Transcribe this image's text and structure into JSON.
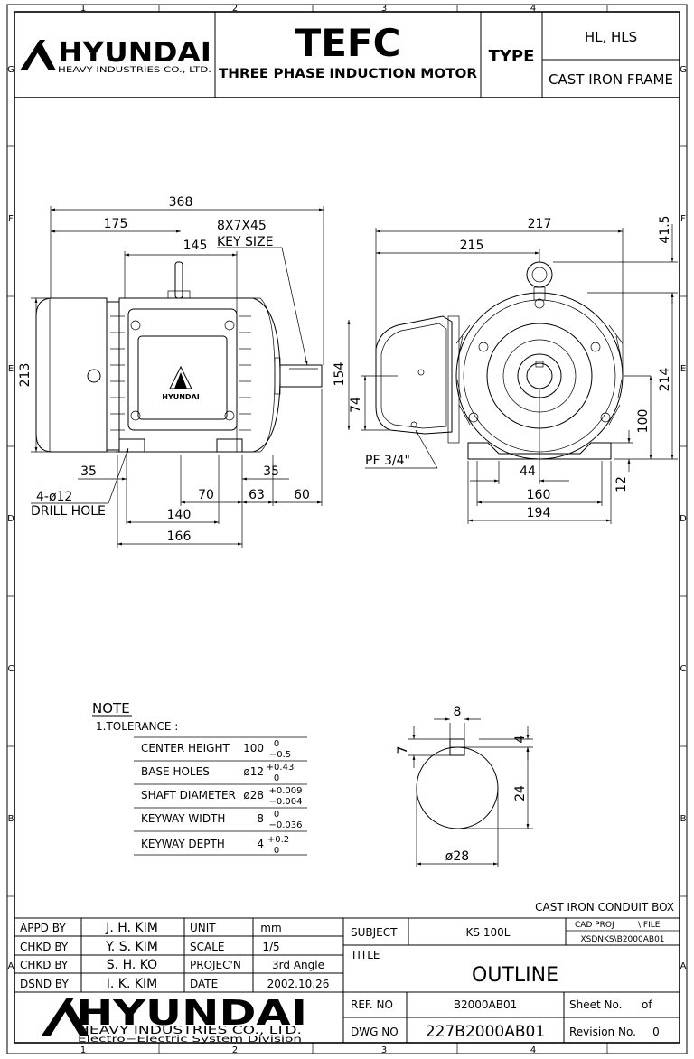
{
  "grid": {
    "columns": [
      "1",
      "2",
      "3",
      "4"
    ],
    "rows": [
      "G",
      "F",
      "E",
      "D",
      "C",
      "B",
      "A"
    ]
  },
  "header": {
    "brand": "HYUNDAI",
    "brand_sub": "HEAVY INDUSTRIES CO., LTD.",
    "title": "TEFC",
    "subtitle": "THREE PHASE INDUCTION MOTOR",
    "type_label": "TYPE",
    "type_value": "HL, HLS",
    "frame": "CAST IRON FRAME"
  },
  "side_view": {
    "dims": {
      "overall": "368",
      "to_center": "175",
      "body": "145",
      "key_size_1": "8X7X45",
      "key_size_2": "KEY SIZE",
      "height": "213",
      "shaft_h": "154",
      "foot_left": "35",
      "foot_right": "35",
      "d70": "70",
      "d63": "63",
      "d60": "60",
      "holes_1": "4-ø12",
      "holes_2": "DRILL HOLE",
      "d140": "140",
      "d166": "166"
    },
    "nameplate_logo": "HYUNDAI"
  },
  "end_view": {
    "dims": {
      "d217": "217",
      "d215": "215",
      "d41_5": "41.5",
      "d214": "214",
      "d100": "100",
      "d74": "74",
      "pf": "PF 3/4\"",
      "d44": "44",
      "d12": "12",
      "d160": "160",
      "d194": "194"
    }
  },
  "shaft_section": {
    "dims": {
      "key_w": "8",
      "key_d": "7",
      "key_t": "4",
      "d24": "24",
      "dia": "ø28"
    }
  },
  "notes": {
    "heading": "NOTE",
    "tolerance": "1.TOLERANCE :",
    "rows": [
      {
        "label": "CENTER HEIGHT",
        "nominal": "100",
        "upper": "0",
        "lower": "−0.5"
      },
      {
        "label": "BASE HOLES",
        "nominal": "ø12",
        "upper": "+0.43",
        "lower": "0"
      },
      {
        "label": "SHAFT DIAMETER",
        "nominal": "ø28",
        "upper": "+0.009",
        "lower": "−0.004"
      },
      {
        "label": "KEYWAY WIDTH",
        "nominal": "8",
        "upper": "0",
        "lower": "−0.036"
      },
      {
        "label": "KEYWAY DEPTH",
        "nominal": "4",
        "upper": "+0.2",
        "lower": "0"
      }
    ]
  },
  "title_block": {
    "conduit": "CAST IRON CONDUIT BOX",
    "approvals": [
      {
        "role": "APPD  BY",
        "name": "J. H. KIM",
        "key": "UNIT",
        "value": "mm"
      },
      {
        "role": "CHKD  BY",
        "name": "Y. S. KIM",
        "key": "SCALE",
        "value": "1/5"
      },
      {
        "role": "CHKD  BY",
        "name": "S. H. KO",
        "key": "PROJEC'N",
        "value": "3rd Angle"
      },
      {
        "role": "DSND  BY",
        "name": "I. K. KIM",
        "key": "DATE",
        "value": "2002.10.26"
      }
    ],
    "subject_label": "SUBJECT",
    "subject_value": "KS 100L",
    "cad_proj": "CAD PROJ",
    "file": "\\ FILE",
    "cad_path": "XSDNKS\\B2000AB01",
    "title_label": "TITLE",
    "title_value": "OUTLINE",
    "ref_label": "REF. NO",
    "ref_value": "B2000AB01",
    "sheet_label": "Sheet No.",
    "sheet_of": "of",
    "dwg_label": "DWG  NO",
    "dwg_value": "227B2000AB01",
    "rev_label": "Revision No.",
    "rev_value": "0",
    "brand": "HYUNDAI",
    "brand_sub1": "HEAVY  INDUSTRIES  CO.,  LTD.",
    "brand_sub2": "Electro−Electric System Division"
  }
}
